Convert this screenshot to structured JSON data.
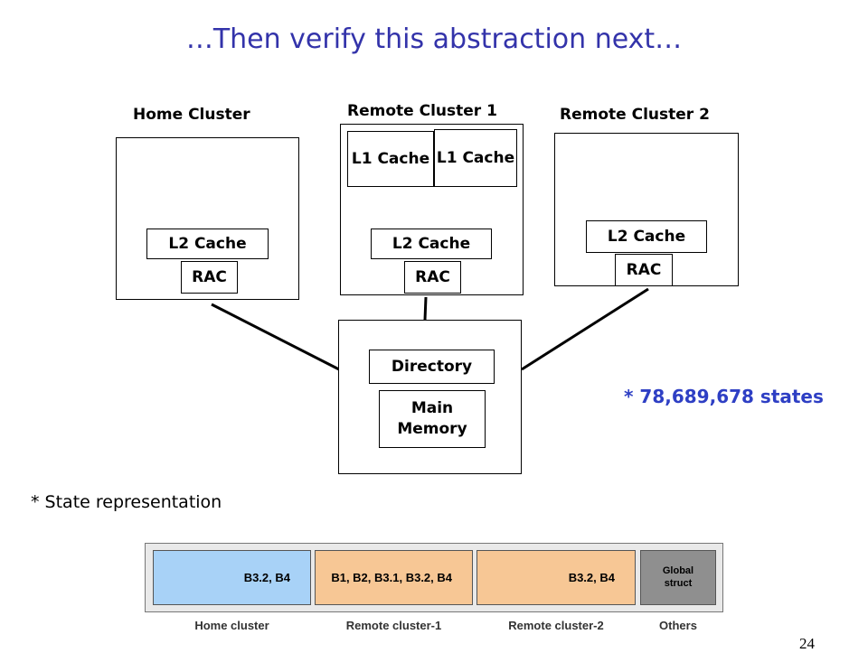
{
  "slide": {
    "title": "…Then verify this abstraction next…",
    "page_number": "24"
  },
  "clusters": {
    "home": {
      "label": "Home Cluster",
      "l2": "L2 Cache",
      "rac": "RAC"
    },
    "remote1": {
      "label": "Remote Cluster 1",
      "l1a": "L1 Cache",
      "l1b": "L1 Cache",
      "l2": "L2 Cache",
      "rac": "RAC"
    },
    "remote2": {
      "label": "Remote Cluster 2",
      "l2": "L2 Cache",
      "rac": "RAC"
    },
    "central": {
      "directory": "Directory",
      "memory": "Main Memory"
    }
  },
  "states_note": "* 78,689,678 states",
  "state_rep_label": "* State representation",
  "state_bar": {
    "segments": [
      {
        "text": "B3.2, B4",
        "color": "#a8d2f7"
      },
      {
        "text": "B1, B2, B3.1, B3.2, B4",
        "color": "#f7c795"
      },
      {
        "text": "B3.2, B4",
        "color": "#f7c795"
      },
      {
        "text": "Global struct",
        "color": "#8f8f8f"
      }
    ],
    "labels": [
      "Home cluster",
      "Remote cluster-1",
      "Remote cluster-2",
      "Others"
    ]
  },
  "colors": {
    "title": "#3333aa",
    "states_note": "#2e3fc4"
  }
}
